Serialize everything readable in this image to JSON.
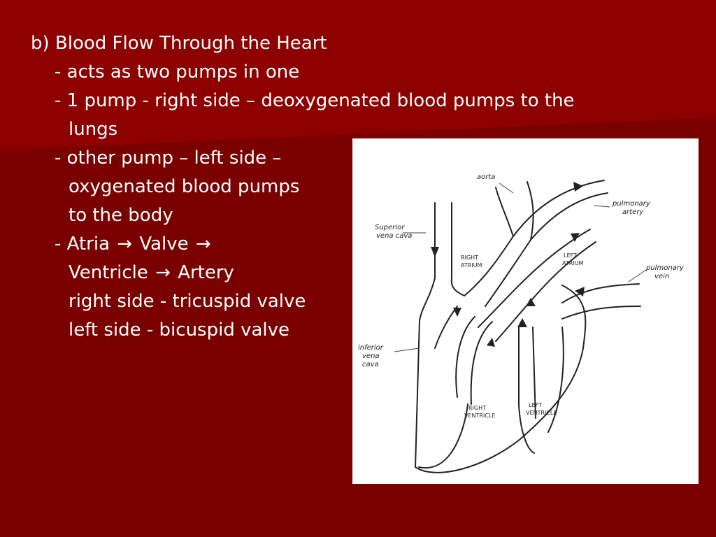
{
  "slide": {
    "heading": "b) Blood Flow Through the Heart",
    "bullet_1": "- acts as two pumps in one",
    "bullet_2_line_1": "- 1 pump - right side – deoxygenated blood pumps to the",
    "bullet_2_line_2": "lungs",
    "bullet_3_line_1": "- other pump – left side –",
    "bullet_3_line_2": "oxygenated blood pumps",
    "bullet_3_line_3": "to the body",
    "bullet_4_part_1": "- Atria",
    "bullet_4_part_2": "Valve",
    "bullet_4_part_3": "Ventricle",
    "bullet_4_part_4": "Artery",
    "arrow_glyph": "→",
    "right_side_note": "right side - tricuspid valve",
    "left_side_note": "left side - bicuspid valve"
  },
  "diagram": {
    "labels": {
      "aorta": "aorta",
      "pulmonary_artery_1": "pulmonary",
      "pulmonary_artery_2": "artery",
      "superior_vena_cava_1": "Superior",
      "superior_vena_cava_2": "vena cava",
      "right_atrium_1": "RIGHT",
      "right_atrium_2": "ATRIUM",
      "left_atrium_1": "LEFT",
      "left_atrium_2": "ATRIUM",
      "pulmonary_vein_1": "pulmonary",
      "pulmonary_vein_2": "vein",
      "inferior_vena_cava_1": "inferior",
      "inferior_vena_cava_2": "vena",
      "inferior_vena_cava_3": "cava",
      "right_ventricle_1": "RIGHT",
      "right_ventricle_2": "VENTRICLE",
      "left_ventricle_1": "LEFT",
      "left_ventricle_2": "VENTRICLE"
    }
  },
  "colors": {
    "background": "#7a0000",
    "band": "#8c0000",
    "text": "#ffffff",
    "diagram_bg": "#ffffff",
    "ink": "#222222"
  }
}
